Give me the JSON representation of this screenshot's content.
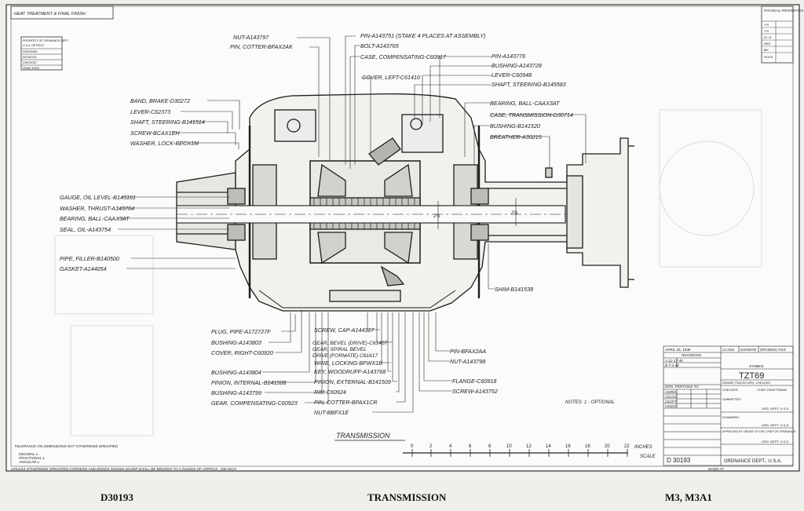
{
  "sheet": {
    "header_label": "HEAT TREATMENT & FINAL FINISH",
    "physical_properties": "PHYSICAL PROPERTIES",
    "prop_rows": [
      "Y.P.",
      "T.S.",
      "EL %",
      "RED.",
      "BH",
      "ROCK"
    ],
    "stamp_lines": [
      "PROPERTY OF ORDNANCE DEPT.",
      "U.S.A. DETROIT",
      "DESIGNED",
      "DETAILED",
      "CHECKED",
      "ISSUE DATE"
    ],
    "title_under_drawing": "TRANSMISSION",
    "scale_ticks": [
      "0",
      "2",
      "4",
      "6",
      "8",
      "10",
      "12",
      "14",
      "16",
      "18",
      "20",
      "22"
    ],
    "scale_unit": "INCHES",
    "scale_word": "SCALE",
    "notes": "NOTES: 1 - OPTIONAL",
    "tolerance_note": "TOLERANCE ON DIMENSIONS NOT OTHERWISE SPECIFIED",
    "tolerance_lines": [
      "DECIMAL ±",
      "FRACTIONAL ±",
      "ANGULAR ±"
    ],
    "edge_note": "UNLESS OTHERWISE SPECIFIED CORNERS AND EDGES SHOWN SHARP SHALL BE BROKEN TO A RADIUS OF APPROX. .030 INCH",
    "made_at": "MADE AT"
  },
  "title_block": {
    "date": "APRIL 25, 1938",
    "class_hdr": "CLASS",
    "division_hdr": "DIVISION",
    "drawing_file_hdr": "DRAWING FILE",
    "revisions": "REVISIONS",
    "rev_rows": [
      "A 12-17-40",
      "B 7-4-42"
    ],
    "symbol_label": "SYMBOL",
    "symbol": "TZT69",
    "drawn_row": "DRAWN   TRACED   DRG. CHECKED",
    "pertains": "DRG. PERTAINS TO",
    "pertain_rows": [
      "C60931",
      "C61212",
      "C62377",
      "C63221"
    ],
    "checker": "CHECKER",
    "chief": "CHIEF DRAFTSMAN",
    "submitted": "SUBMITTED:",
    "examined": "EXAMINED:",
    "ord_dept_1": "ORD. DEPT. U.S.A.",
    "ord_dept_2": "ORD. DEPT. U.S.A.",
    "approved": "APPROVED BY ORDER OF THE CHIEF OF ORDNANCE:",
    "ord_dept_3": "ORD. DEPT. U.S.A.",
    "drawing_no": "D 30193",
    "ordnance": "ORDNANCE DEPT., U.S.A."
  },
  "labels_top": [
    "NUT-A143797",
    "PIN, COTTER-BFAX2AK",
    "PIN-A143751 (STAKE 4 PLACES AT ASSEMBLY)",
    "BOLT-A143765",
    "CASE, COMPENSATING-C60917",
    "COVER, LEFT-C61410",
    "PIN-A143776",
    "BUSHING-A143728",
    "LEVER-C60948",
    "SHAFT, STEERING-B145583"
  ],
  "labels_left": [
    "BAND, BRAKE-D30272",
    "LEVER-C62373",
    "SHAFT, STEERING-B141514",
    "SCREW-BCAX1EH",
    "WASHER, LOCK-BECX1M",
    "GAUGE, OIL LEVEL-B145161",
    "WASHER, THRUST-A143764",
    "BEARING, BALL-CAAX3AT",
    "SEAL, OIL-A143754",
    "PIPE, FILLER-B140500",
    "GASKET-A144054"
  ],
  "labels_right": [
    "BEARING, BALL-CAAX3AT",
    "CASE, TRANSMISSION-D30714",
    "BUSHING-B141520",
    "BREATHER-A30215",
    "SHIM-B141538"
  ],
  "labels_bottom_left": [
    "PLUG, PIPE-A172727F",
    "BUSHING-A143803",
    "COVER, RIGHT-C60920",
    "BUSHING-A143804",
    "PINION, INTERNAL-B141508",
    "BUSHING-A143799",
    "GEAR, COMPENSATING-C60923"
  ],
  "labels_bottom_center": [
    "SCREW, CAP-A144327",
    "GEAR, BEVEL (DRIVE)-C61407",
    "GEAR, SPIRAL BEVEL",
    "DRIVE (FORMATE) C61617",
    "WIRE, LOCKING-BFWX1B",
    "KEY, WOODRUFF-A143768",
    "PINION, EXTERNAL-B141509",
    "RIM-C60924",
    "PIN, COTTER-BFAX1CR",
    "NUT-BBFX1E"
  ],
  "labels_bottom_right": [
    "PIN-BFAX2AA",
    "NUT-A143798",
    "FLANGE-C60918",
    "SCREW-A143752"
  ],
  "dims": [
    "2¼",
    "2¼"
  ],
  "footer": {
    "left": "D30193",
    "center": "TRANSMISSION",
    "right": "M3, M3A1"
  }
}
